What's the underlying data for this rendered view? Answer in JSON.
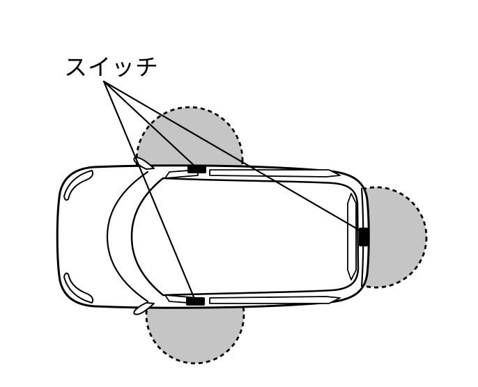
{
  "diagram": {
    "label": "スイッチ",
    "colors": {
      "background": "#ffffff",
      "zone_fill": "#c5c5c5",
      "line": "#000000",
      "switch_fill": "#000000"
    },
    "zones": [
      {
        "name": "driver-side-door-zone"
      },
      {
        "name": "passenger-side-door-zone"
      },
      {
        "name": "tailgate-zone"
      }
    ],
    "switches": [
      {
        "name": "driver-side-door-switch"
      },
      {
        "name": "passenger-side-door-switch"
      },
      {
        "name": "tailgate-switch"
      }
    ]
  }
}
